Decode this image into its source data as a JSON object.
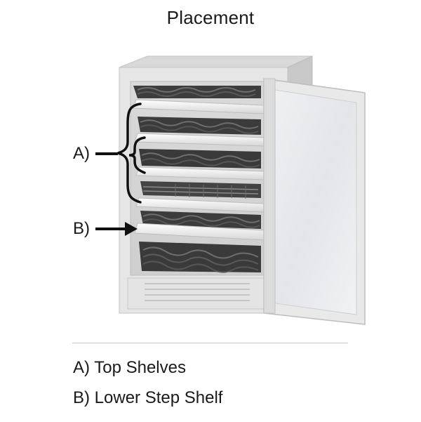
{
  "title": "Placement",
  "callouts": {
    "a": "A)",
    "b": "B)"
  },
  "legend": [
    {
      "text": "A) Top Shelves"
    },
    {
      "text": "B) Lower Step Shelf"
    }
  ]
}
